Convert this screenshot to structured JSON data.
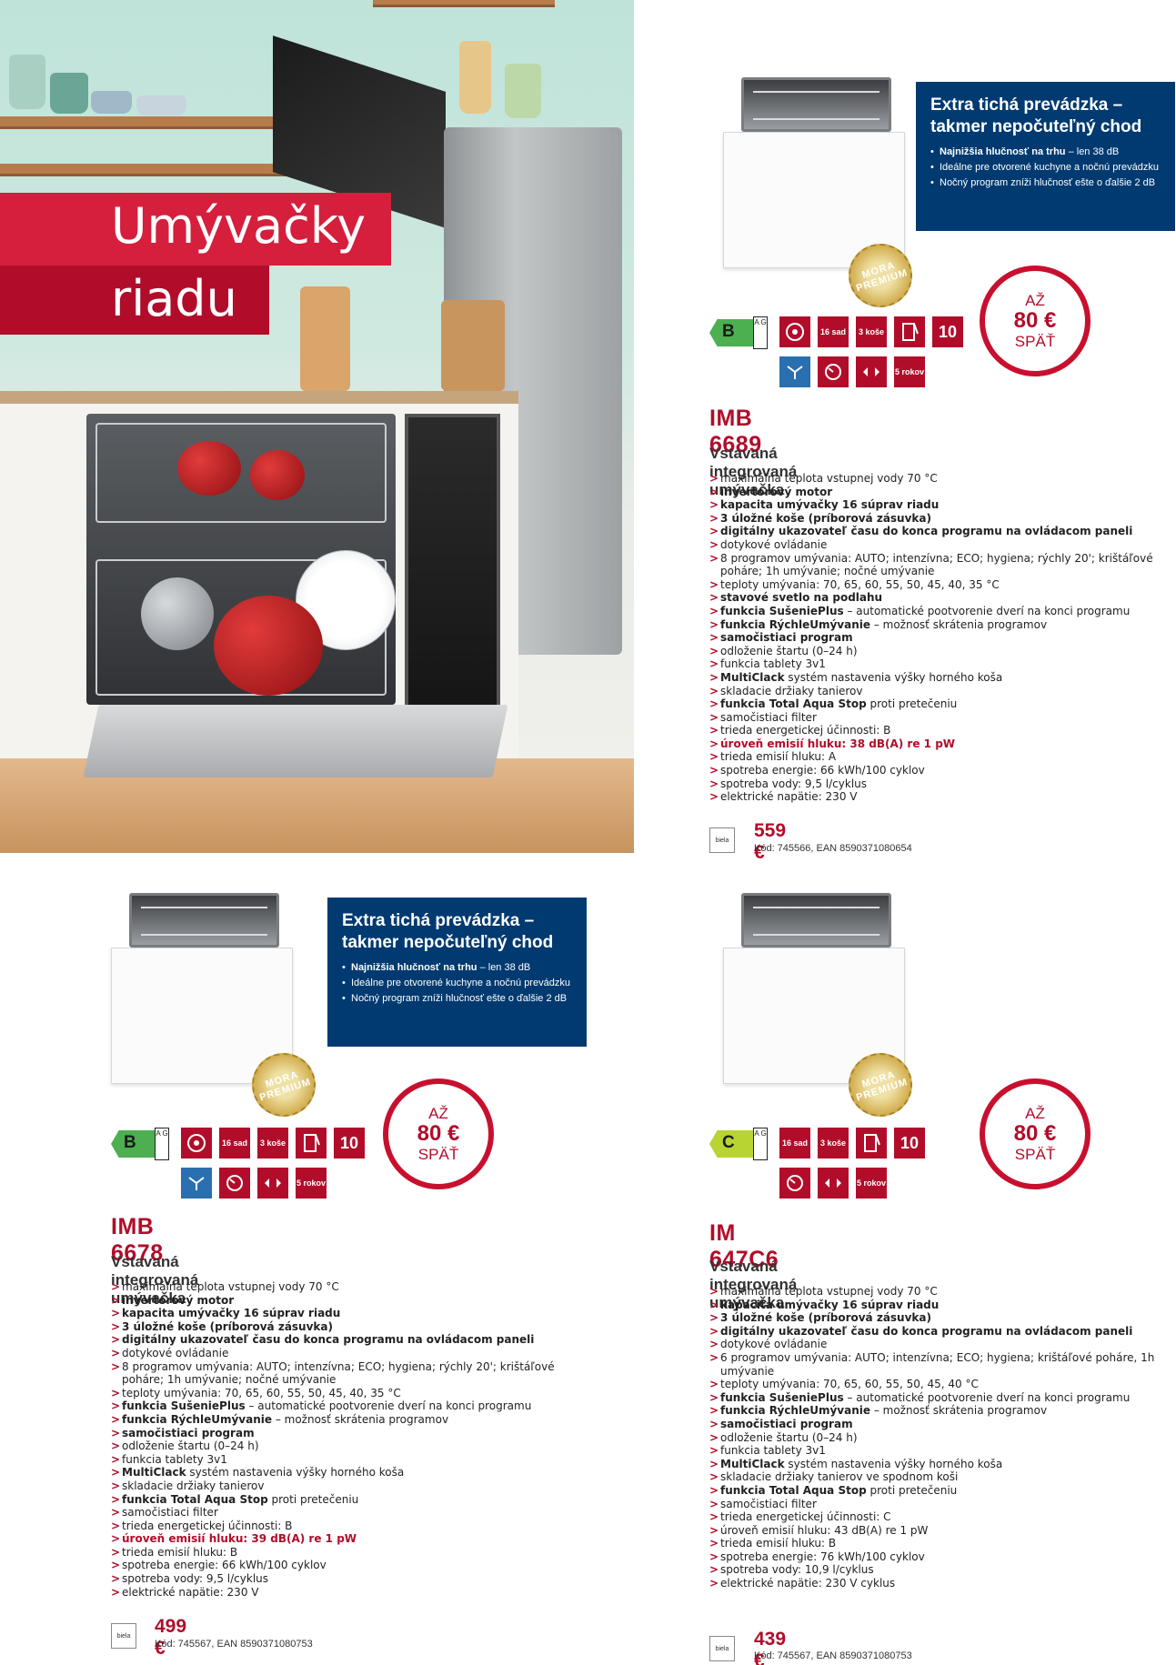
{
  "hero": {
    "title_line1": "Umývačky",
    "title_line2": "riadu"
  },
  "colors": {
    "brand_red": "#b10d2a",
    "banner_blue": "#003a70",
    "energy_b": "#4caf50",
    "energy_c": "#b8d432"
  },
  "banner": {
    "title": "Extra tichá prevádzka – takmer nepočuteľný chod",
    "bullet1_bold": "Najnižšia hlučnosť na trhu",
    "bullet1_rest": " – len 38 dB",
    "bullet2": "Ideálne pre otvorené kuchyne a nočnú prevádzku",
    "bullet3": "Nočný program zníži hlučnosť ešte o ďalšie 2 dB"
  },
  "banner2": {
    "title": "Extra tichá prevádzka – takmer nepočuteľný chod",
    "bullet1_bold": "Najnižšia hlučnosť na trhu",
    "bullet1_rest": " – len 38 dB",
    "bullet2": "Ideálne pre otvorené kuchyne a nočnú prevádzku",
    "bullet3": "Nočný program zníži hlučnosť ešte o ďalšie 2 dB"
  },
  "seal_text": "MORA PREMIUM",
  "discount": {
    "line1": "AŽ",
    "line2": "80 €",
    "line3": "SPÄŤ"
  },
  "icons": {
    "sets": "16 sad",
    "baskets": "3 koše",
    "ten": "10",
    "warranty": "5 rokov"
  },
  "p1": {
    "model": "IMB 6689",
    "subtitle": "Vstavaná integrovaná umývačka",
    "energy_class": "B",
    "energy_scale": "A G",
    "specs": [
      "maximálna teplota vstupnej vody 70 °C",
      "invertorový motor",
      "kapacita umývačky 16 súprav riadu",
      "3 úložné koše (príborová zásuvka)",
      "digitálny ukazovateľ času do konca programu na ovládacom paneli",
      "dotykové ovládanie",
      "8 programov umývania: AUTO; intenzívna; ECO; hygiena; rýchly 20'; krištáľové poháre; 1h umývanie; nočné umývanie",
      "teploty umývania: 70, 65, 60, 55, 50, 45, 40, 35 °C",
      "stavové svetlo na podlahu"
    ],
    "spec_f1_bold": "funkcia SušeniePlus",
    "spec_f1_rest": " – automatické pootvorenie dverí na konci programu",
    "spec_f2_bold": "funkcia RýchleUmývanie",
    "spec_f2_rest": " – možnosť skrátenia programov",
    "spec_self": "samočistiaci program",
    "spec_delay": "odloženie štartu (0–24 h)",
    "spec_tabs": "funkcia tablety 3v1",
    "spec_mc_bold": "MultiClack",
    "spec_mc_rest": " systém nastavenia výšky horného koša",
    "spec_fold": "skladacie držiaky tanierov",
    "spec_tas_bold": "funkcia Total Aqua Stop",
    "spec_tas_rest": " proti pretečeniu",
    "spec_filter": "samočistiaci filter",
    "spec_energy": "trieda energetickej účinnosti: B",
    "spec_noise": "úroveň emisií hluku: 38 dB(A) re 1 pW",
    "spec_noise_class": "trieda emisií hluku: A",
    "spec_consumption": "spotreba energie: 66 kWh/100 cyklov",
    "spec_water": "spotreba vody: 9,5 l/cyklus",
    "spec_voltage": "elektrické napätie: 230 V",
    "color_tag": "biela",
    "price": "559 €",
    "code": "Kód: 745566, EAN 8590371080654"
  },
  "p2": {
    "model": "IMB 6678",
    "subtitle": "Vstavaná integrovaná umývačka",
    "energy_class": "B",
    "energy_scale": "A G",
    "specs": [
      "maximálna teplota vstupnej vody 70 °C",
      "invertorový motor",
      "kapacita umývačky 16 súprav riadu",
      "3 úložné koše (príborová zásuvka)",
      "digitálny ukazovateľ času do konca programu na ovládacom paneli",
      "dotykové ovládanie",
      "8 programov umývania: AUTO; intenzívna; ECO; hygiena; rýchly 20'; krištáľové poháre; 1h umývanie; nočné umývanie",
      "teploty umývania: 70, 65, 60, 55, 50, 45, 40, 35 °C"
    ],
    "spec_f1_bold": "funkcia SušeniePlus",
    "spec_f1_rest": " – automatické pootvorenie dverí na konci programu",
    "spec_f2_bold": "funkcia RýchleUmývanie",
    "spec_f2_rest": " – možnosť skrátenia programov",
    "spec_self": "samočistiaci program",
    "spec_delay": "odloženie štartu (0–24 h)",
    "spec_tabs": "funkcia tablety 3v1",
    "spec_mc_bold": "MultiClack",
    "spec_mc_rest": " systém nastavenia výšky horného koša",
    "spec_fold": "skladacie držiaky tanierov",
    "spec_tas_bold": "funkcia Total Aqua Stop",
    "spec_tas_rest": " proti pretečeniu",
    "spec_filter": "samočistiaci filter",
    "spec_energy": "trieda energetickej účinnosti: B",
    "spec_noise": "úroveň emisií hluku: 39 dB(A) re 1 pW",
    "spec_noise_class": "trieda emisií hluku: B",
    "spec_consumption": "spotreba energie: 66 kWh/100 cyklov",
    "spec_water": "spotreba vody: 9,5 l/cyklus",
    "spec_voltage": "elektrické napätie: 230 V",
    "color_tag": "biela",
    "price": "499 €",
    "code": "Kód: 745567, EAN 8590371080753"
  },
  "p3": {
    "model": "IM 647C6",
    "subtitle": "Vstavaná integrovaná umývačka",
    "energy_class": "C",
    "energy_scale": "A G",
    "specs": [
      "maximálna teplota vstupnej vody 70 °C",
      "kapacita umývačky 16 súprav riadu",
      "3 úložné koše (príborová zásuvka)",
      "digitálny ukazovateľ času do konca programu na ovládacom paneli",
      "dotykové ovládanie",
      "6 programov umývania: AUTO; intenzívna; ECO; hygiena; krištáľové poháre, 1h umývanie",
      "teploty umývania: 70, 65, 60, 55, 50, 45, 40 °C"
    ],
    "spec_f1_bold": "funkcia SušeniePlus",
    "spec_f1_rest": " – automatické pootvorenie dverí na konci programu",
    "spec_f2_bold": "funkcia RýchleUmývanie",
    "spec_f2_rest": " – možnosť skrátenia programov",
    "spec_self": "samočistiaci program",
    "spec_delay": "odloženie štartu (0–24 h)",
    "spec_tabs": "funkcia tablety 3v1",
    "spec_mc_bold": "MultiClack",
    "spec_mc_rest": " systém nastavenia výšky horného koša",
    "spec_fold": "skladacie držiaky tanierov ve spodnom koši",
    "spec_tas_bold": "funkcia Total Aqua Stop",
    "spec_tas_rest": " proti pretečeniu",
    "spec_filter": "samočistiaci filter",
    "spec_energy": "trieda energetickej účinnosti: C",
    "spec_noise": "úroveň emisií hluku: 43 dB(A) re 1 pW",
    "spec_noise_class": "trieda emisií hluku: B",
    "spec_consumption": "spotreba energie: 76 kWh/100 cyklov",
    "spec_water": "spotreba vody: 10,9 l/cyklus",
    "spec_voltage": "elektrické napätie: 230 V cyklus",
    "color_tag": "biela",
    "price": "439 €",
    "code": "Kód: 745567, EAN 8590371080753"
  }
}
